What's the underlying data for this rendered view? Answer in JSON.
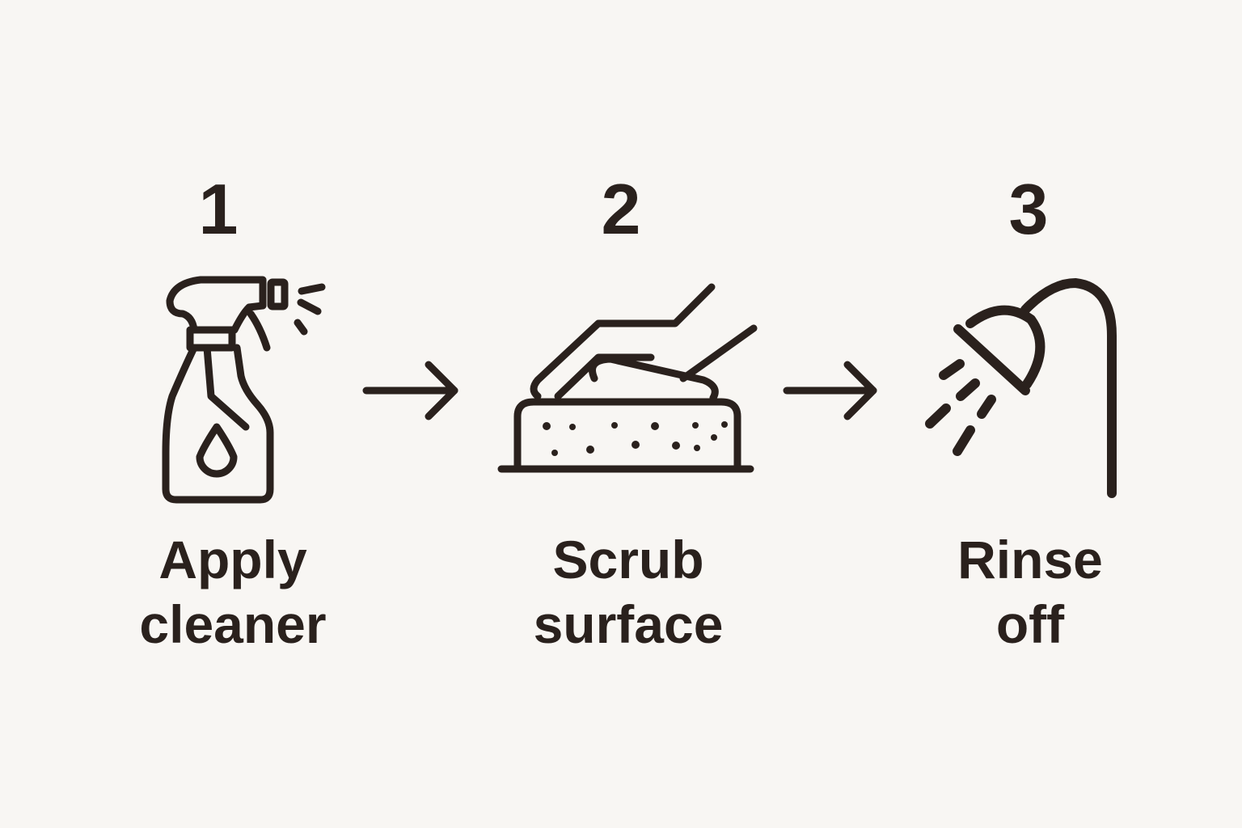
{
  "colors": {
    "background": "#f8f6f3",
    "ink": "#2a211d"
  },
  "steps": [
    {
      "number": "1",
      "icon": "spray-bottle-icon",
      "label_line1": "Apply",
      "label_line2": "cleaner"
    },
    {
      "number": "2",
      "icon": "hand-sponge-icon",
      "label_line1": "Scrub",
      "label_line2": "surface"
    },
    {
      "number": "3",
      "icon": "shower-icon",
      "label_line1": "Rinse",
      "label_line2": "off"
    }
  ],
  "connectors": [
    "arrow-right-icon",
    "arrow-right-icon"
  ]
}
